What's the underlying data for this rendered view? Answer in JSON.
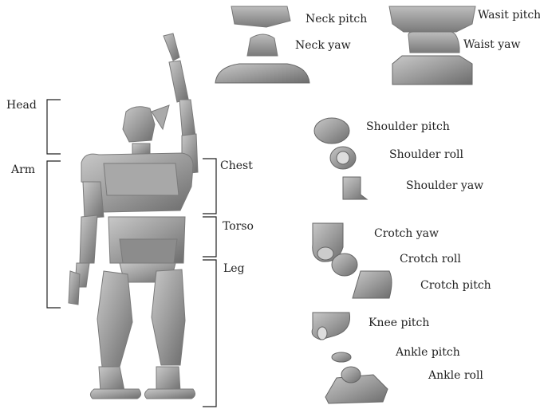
{
  "body_labels": {
    "head": "Head",
    "arm": "Arm",
    "chest": "Chest",
    "torso": "Torso",
    "leg": "Leg"
  },
  "joint_labels": {
    "neck_pitch": "Neck pitch",
    "neck_yaw": "Neck yaw",
    "waist_pitch": "Wasit pitch",
    "waist_yaw": "Waist yaw",
    "shoulder_pitch": "Shoulder pitch",
    "shoulder_roll": "Shoulder roll",
    "shoulder_yaw": "Shoulder yaw",
    "crotch_yaw": "Crotch yaw",
    "crotch_roll": "Crotch roll",
    "crotch_pitch": "Crotch pitch",
    "knee_pitch": "Knee pitch",
    "ankle_pitch": "Ankle pitch",
    "ankle_roll": "Ankle roll"
  },
  "colors": {
    "part_fill": "#9a9a9a",
    "part_light": "#c4c4c4",
    "part_dark": "#6e6e6e",
    "line": "#222222"
  }
}
